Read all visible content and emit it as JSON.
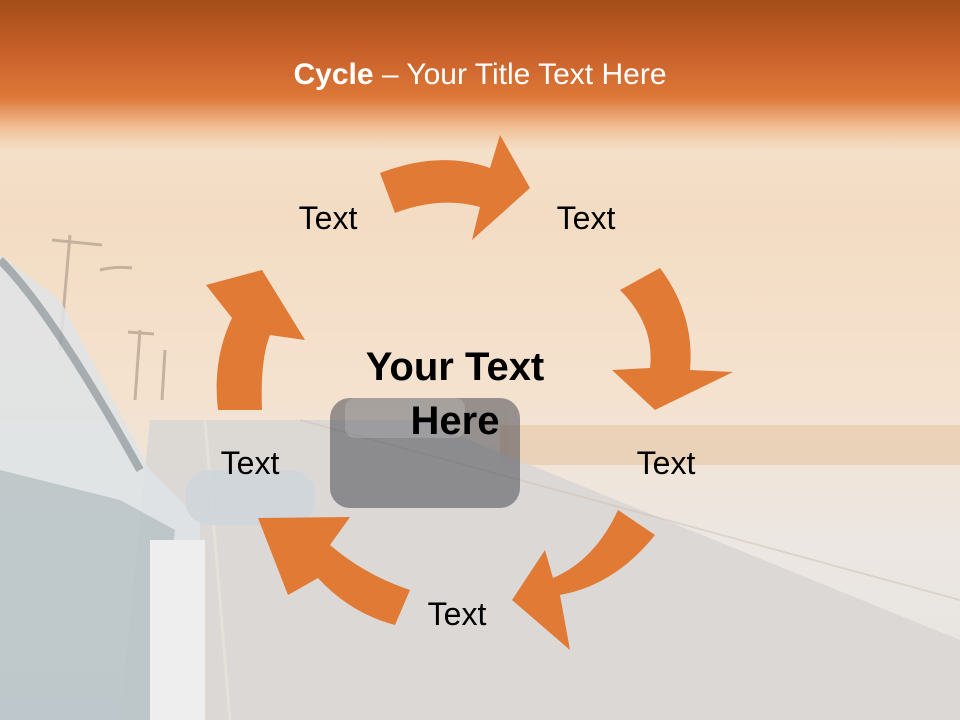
{
  "title": {
    "bold": "Cycle",
    "rest": " – Your Title Text Here"
  },
  "center_text": {
    "line1": "Your Text",
    "line2": "Here"
  },
  "labels": [
    "Text",
    "Text",
    "Text",
    "Text",
    "Text"
  ],
  "colors": {
    "arrow": "#e07a35",
    "header": "#c8602a"
  }
}
